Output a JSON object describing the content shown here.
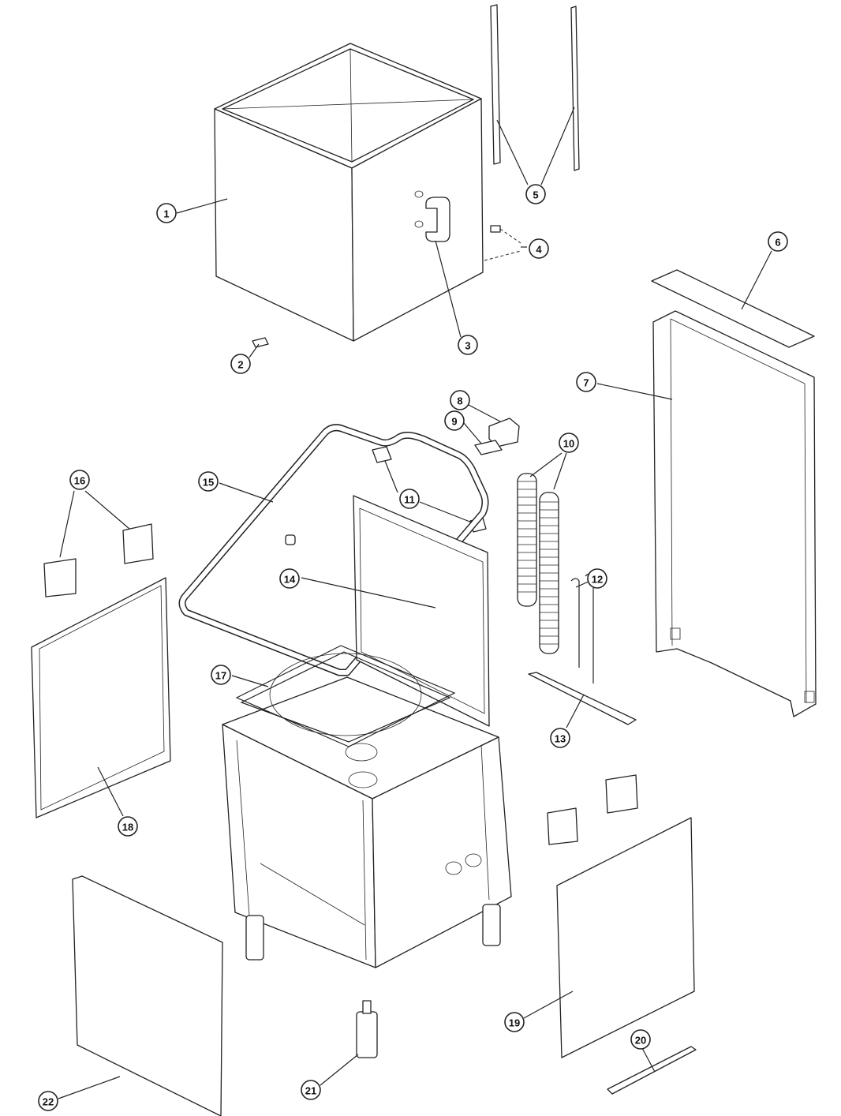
{
  "callouts": [
    "1",
    "2",
    "3",
    "4",
    "5",
    "6",
    "7",
    "8",
    "9",
    "10",
    "11",
    "12",
    "13",
    "14",
    "15",
    "16",
    "17",
    "18",
    "19",
    "20",
    "21",
    "22"
  ],
  "colors": {
    "line": "#222222",
    "background": "#ffffff"
  }
}
